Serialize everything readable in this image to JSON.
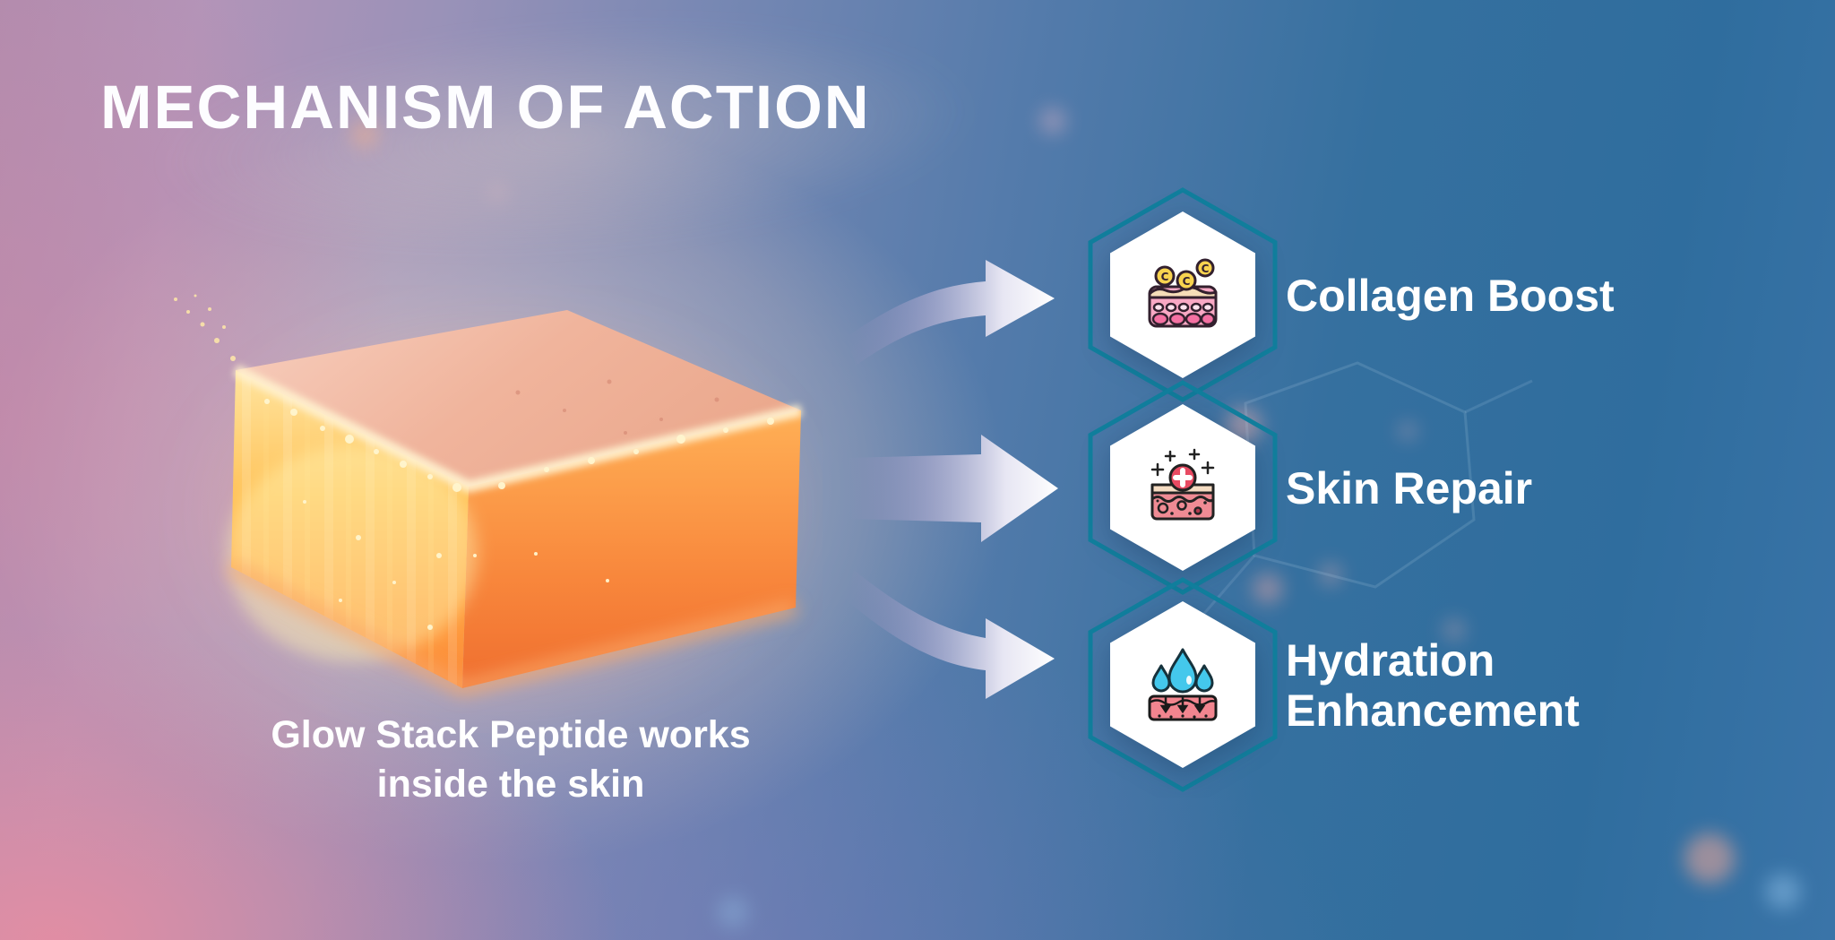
{
  "slide": {
    "title": "MECHANISM OF ACTION",
    "caption": {
      "lines": [
        "Glow Stack Peptide works",
        "inside the skin"
      ]
    },
    "features": [
      {
        "label": "Collagen Boost",
        "icon": "collagen-boost-icon"
      },
      {
        "label": "Skin Repair",
        "icon": "skin-repair-icon"
      },
      {
        "label": "Hydration Enhancement",
        "icon": "hydration-enhancement-icon"
      }
    ],
    "colors": {
      "background_blue": "#2f6d9e",
      "background_mauve": "#ab87ab",
      "background_pink": "#df93a6",
      "hexagon_outline": "#117f9d",
      "hexagon_fill": "#ffffff",
      "arrow_tip": "#ffffff",
      "text": "#ffffff"
    }
  }
}
